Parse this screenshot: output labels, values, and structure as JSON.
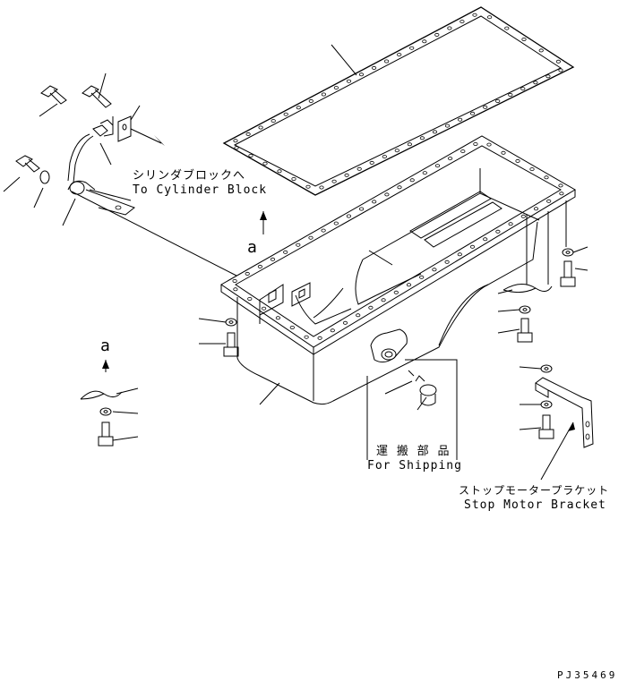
{
  "labels": {
    "to_cylinder_block_jp": "シリンダブロックへ",
    "to_cylinder_block_en": "To Cylinder Block",
    "for_shipping_jp": "運 搬 部 品",
    "for_shipping_en": "For Shipping",
    "stop_motor_bracket_jp": "ストップモータープラケット",
    "stop_motor_bracket_en": "Stop Motor Bracket",
    "view_marker_left": "a",
    "view_marker_center": "a",
    "drawing_code": "PJ35469"
  }
}
